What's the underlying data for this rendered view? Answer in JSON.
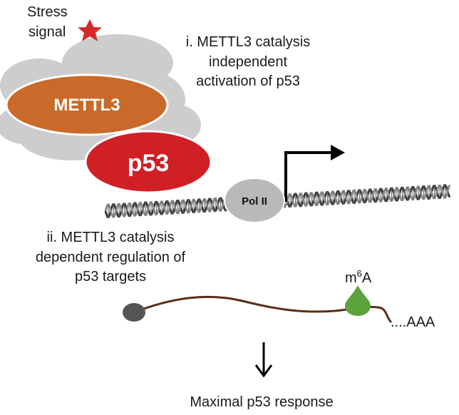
{
  "stress_signal": {
    "line1": "Stress",
    "line2": "signal"
  },
  "complex": {
    "enzyme": "METTL3",
    "factor": "p53",
    "polymerase": "Pol II"
  },
  "annotation_i": {
    "line1": "i. METTL3 catalysis",
    "line2": "independent",
    "line3": "activation of p53"
  },
  "annotation_ii": {
    "line1": "ii. METTL3 catalysis",
    "line2": "dependent regulation of",
    "line3": "p53 targets"
  },
  "mrna": {
    "mod_base": "m",
    "mod_sup": "6",
    "mod_suffix": "A",
    "tail": "....AAA"
  },
  "outcome": "Maximal p53 response",
  "colors": {
    "star": "#d42a2e",
    "mettl3": "#c96a2a",
    "p53": "#d11f26",
    "cloud": "#cdcdcd",
    "polii": "#b9b9b9",
    "mrna": "#5a2e14",
    "m6a": "#5aa33d",
    "cap": "#555555"
  }
}
